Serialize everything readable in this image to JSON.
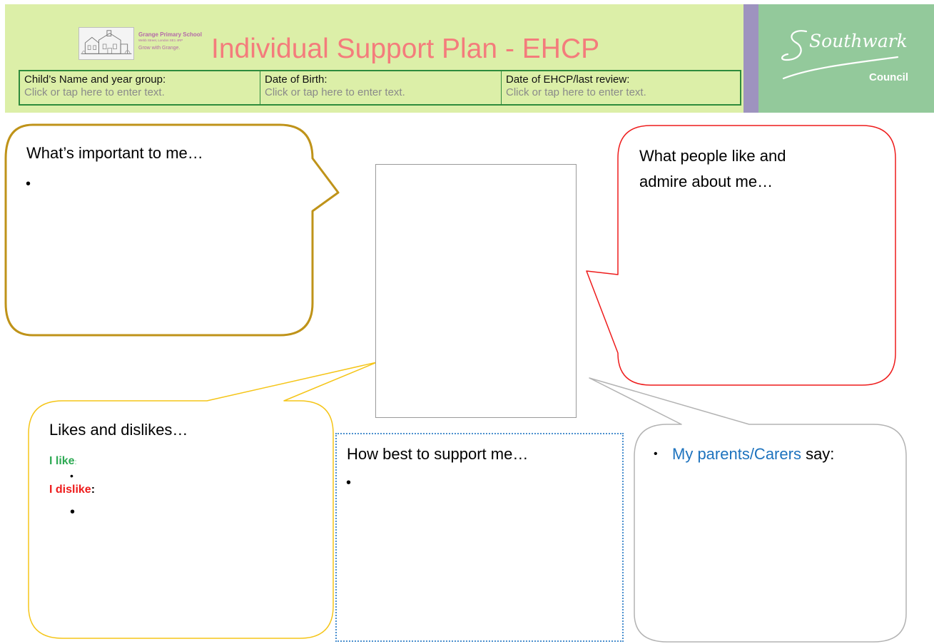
{
  "header": {
    "school": {
      "name": "Grange Primary School",
      "address": "Webb Street, London SE1 4RP",
      "motto": "Grow with Grange."
    },
    "title": "Individual Support Plan - EHCP",
    "fields": [
      {
        "label": "Child’s Name and year group:",
        "placeholder": "Click or tap here to enter text."
      },
      {
        "label": "Date of Birth:",
        "placeholder": "Click or tap here to enter text."
      },
      {
        "label": "Date of EHCP/last review:",
        "placeholder": "Click or tap here to enter text."
      }
    ],
    "council": {
      "script_text": "Southwark",
      "name": "Council"
    },
    "colors": {
      "header_bg": "#dcefa8",
      "divider": "#9e93bf",
      "council_bg": "#93c99b",
      "title": "#f47c7c",
      "table_border": "#2e8b3c"
    }
  },
  "sections": {
    "important": {
      "heading": "What’s important to me…",
      "bullet": "•"
    },
    "admire": {
      "heading_line1": "What people like and",
      "heading_line2": "admire about me…"
    },
    "likes": {
      "heading": "Likes and dislikes…",
      "like_label": "I like",
      "like_colon": ":",
      "dislike_label": "I dislike",
      "dislike_colon": ":",
      "bullet": "•"
    },
    "support": {
      "heading": "How best to support me…",
      "bullet": "•"
    },
    "parents": {
      "bullet": "•",
      "highlight": "My parents/Carers",
      "rest": " say:"
    }
  },
  "colors": {
    "important_border": "#bf9319",
    "admire_border": "#ee1c1c",
    "likes_border": "#f5c518",
    "support_border": "#4a8fce",
    "parents_border": "#b3b3b3",
    "like_text": "#2eaa54",
    "dislike_text": "#ee1c1c",
    "parents_highlight": "#1e73be"
  }
}
